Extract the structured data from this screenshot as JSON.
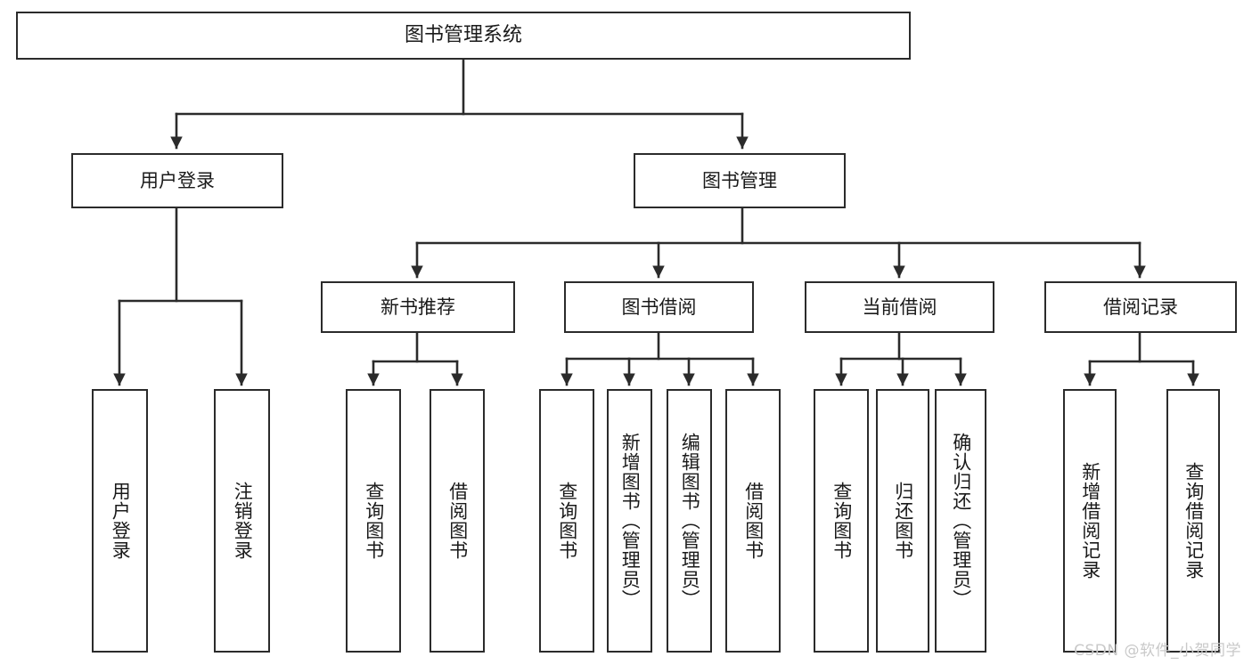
{
  "diagram": {
    "title": "图书管理系统",
    "type": "tree-hierarchy",
    "colors": {
      "box_border": "#2b2b2b",
      "box_fill": "#ffffff",
      "edge": "#2b2b2b",
      "text": "#1a1a1a",
      "watermark": "#c9c9c9",
      "background": "#ffffff"
    },
    "root": {
      "label": "图书管理系统"
    },
    "level1": [
      {
        "label": "用户登录"
      },
      {
        "label": "图书管理"
      }
    ],
    "level2": [
      {
        "label": "新书推荐"
      },
      {
        "label": "图书借阅"
      },
      {
        "label": "当前借阅"
      },
      {
        "label": "借阅记录"
      }
    ],
    "leaves": {
      "user_login": [
        {
          "label": "用户登录"
        },
        {
          "label": "注销登录"
        }
      ],
      "new_book_recommend": [
        {
          "label": "查询图书"
        },
        {
          "label": "借阅图书"
        }
      ],
      "book_borrow": [
        {
          "label": "查询图书"
        },
        {
          "label": "新增图书（管理员）"
        },
        {
          "label": "编辑图书（管理员）"
        },
        {
          "label": "借阅图书"
        }
      ],
      "current_borrow": [
        {
          "label": "查询图书"
        },
        {
          "label": "归还图书"
        },
        {
          "label": "确认归还（管理员）"
        }
      ],
      "borrow_record": [
        {
          "label": "新增借阅记录"
        },
        {
          "label": "查询借阅记录"
        }
      ]
    }
  },
  "watermark": {
    "text": "CSDN @软件_小贺同学"
  }
}
